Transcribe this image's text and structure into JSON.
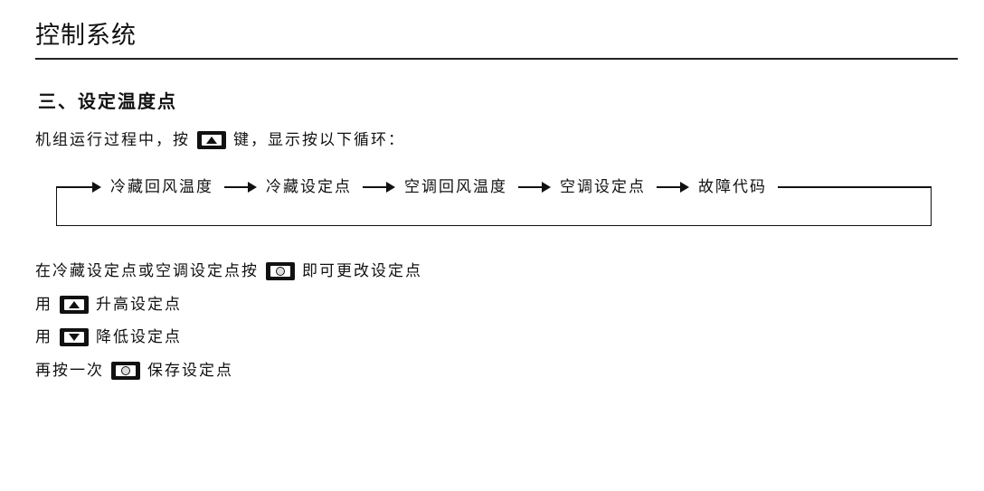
{
  "header": {
    "title": "控制系统"
  },
  "section": {
    "heading": "三、设定温度点"
  },
  "intro": {
    "before": "机组运行过程中，按",
    "after": "键，显示按以下循环："
  },
  "cycle": {
    "steps": [
      "冷藏回风温度",
      "冷藏设定点",
      "空调回风温度",
      "空调设定点",
      "故障代码"
    ]
  },
  "instructions": {
    "line1": {
      "before": "在冷藏设定点或空调设定点按",
      "after": "即可更改设定点"
    },
    "line2": {
      "before": "用",
      "after": "升高设定点"
    },
    "line3": {
      "before": "用",
      "after": "降低设定点"
    },
    "line4": {
      "before": "再按一次",
      "after": "保存设定点"
    }
  },
  "icons": {
    "up_key": "up-arrow-key-icon",
    "down_key": "down-arrow-key-icon",
    "select_key": "select-key-icon"
  }
}
